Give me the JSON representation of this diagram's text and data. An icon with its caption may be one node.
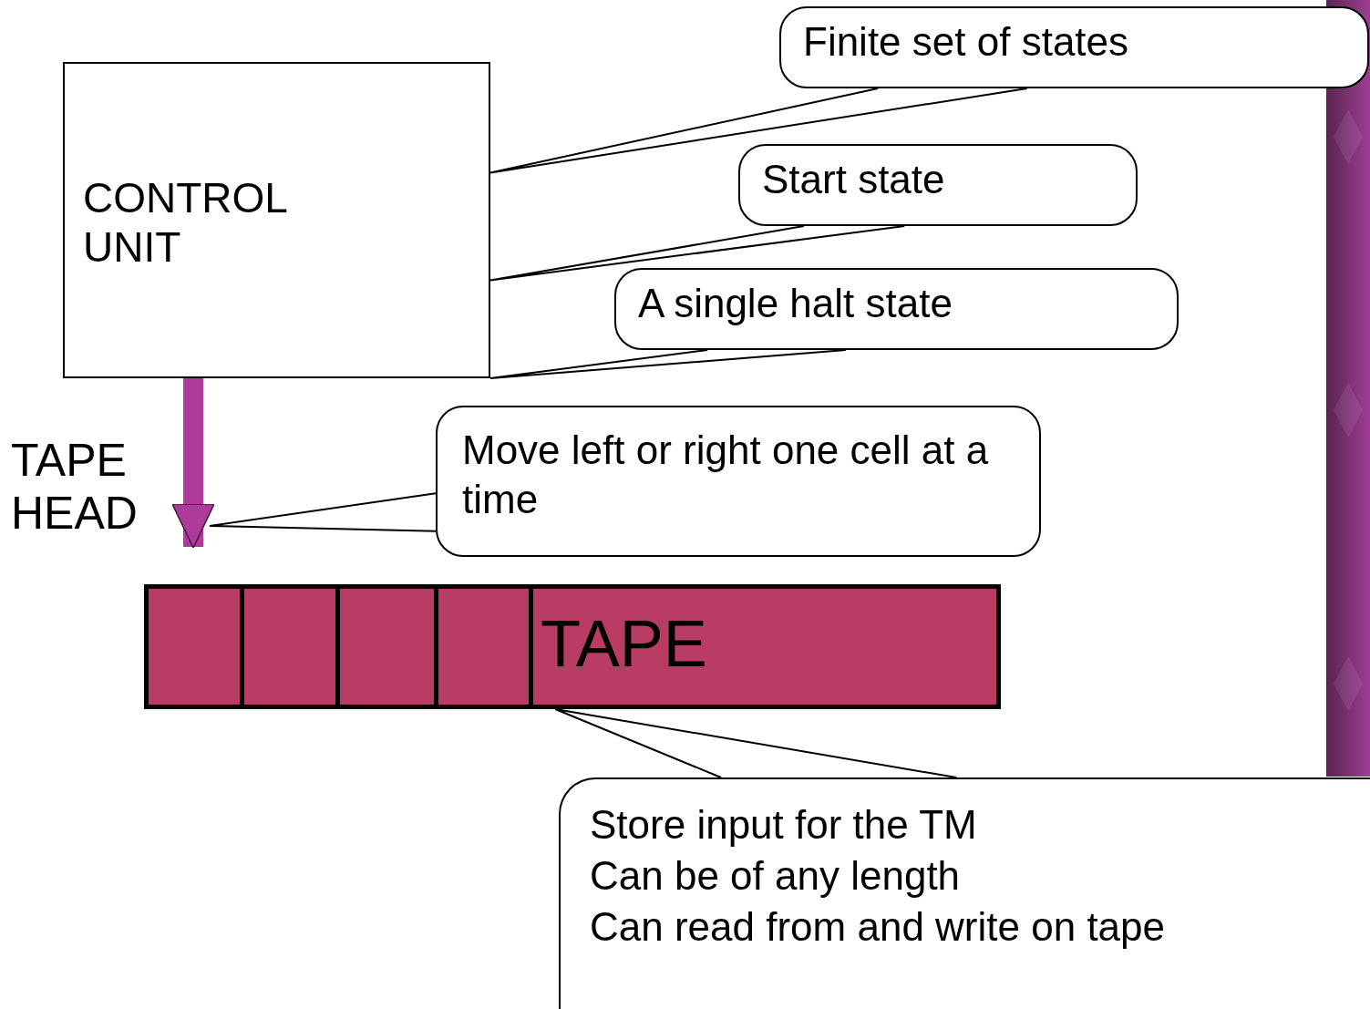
{
  "diagram": {
    "nodes": [
      {
        "text": [
          "CONTROL UNIT"
        ]
      },
      {
        "text": [
          "Finite set of states"
        ]
      },
      {
        "text": [
          "Start state"
        ]
      },
      {
        "text": [
          "A single halt state"
        ]
      },
      {
        "text": [
          "Move left or right one cell at a time"
        ]
      },
      {
        "text": [
          "TAPE"
        ]
      },
      {
        "text": [],
        "shape": "box",
        "in": 5
      },
      {
        "text": [],
        "shape": "box",
        "in": 5
      },
      {
        "text": [],
        "shape": "box",
        "in": 5
      },
      {
        "text": [],
        "shape": "box",
        "in": 5
      },
      {
        "text": [
          "Store input for the TM",
          "Can be of any length",
          "Can read from and write on tape"
        ]
      }
    ],
    "edges": [
      {
        "from": 1,
        "to": 0,
        "arrow": "none"
      },
      {
        "from": 2,
        "to": 0,
        "arrow": "none"
      },
      {
        "from": 3,
        "to": 0,
        "arrow": "none"
      },
      {
        "from": 0,
        "to": 6,
        "arrow": "to",
        "style": "thick",
        "color": "#b03a9a"
      },
      {
        "from": 4,
        "to": null,
        "arrow": "none"
      },
      {
        "from": 10,
        "to": 5,
        "arrow": "none"
      }
    ],
    "labels": [
      "TAPE HEAD"
    ]
  }
}
